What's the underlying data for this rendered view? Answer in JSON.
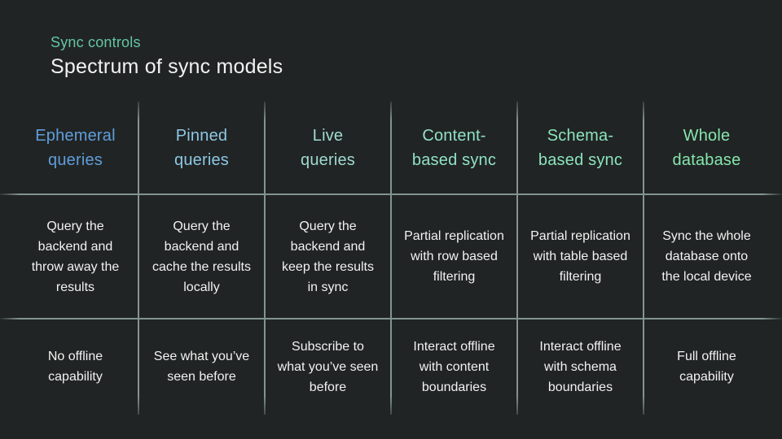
{
  "slide": {
    "eyebrow": "Sync controls",
    "title": "Spectrum of sync models"
  },
  "colors": {
    "background": "#212424",
    "eyebrow_text": "#63c6a4",
    "title_text": "#f2f2f2",
    "body_text": "#f2f2f2",
    "grid_line": "#839490",
    "header_gradient": [
      "#5f9edb",
      "#8cc8e5",
      "#9fdacf",
      "#90e2c5",
      "#8be4bd",
      "#85e6ad"
    ]
  },
  "table": {
    "row_labels": [
      "header",
      "description",
      "offline_capability"
    ],
    "columns": [
      {
        "header": "Ephemeral\nqueries",
        "header_color": "#5f9edb",
        "description": "Query the\nbackend and\nthrow away the\nresults",
        "offline": "No offline\ncapability"
      },
      {
        "header": "Pinned\nqueries",
        "header_color": "#8cc8e5",
        "description": "Query the\nbackend and\ncache the results\nlocally",
        "offline": "See what you’ve\nseen before"
      },
      {
        "header": "Live\nqueries",
        "header_color": "#9fdacf",
        "description": "Query the\nbackend and\nkeep the results\nin sync",
        "offline": "Subscribe to\nwhat you’ve seen\nbefore"
      },
      {
        "header": "Content-\nbased sync",
        "header_color": "#90e2c5",
        "description": "Partial replication\nwith row based\nfiltering",
        "offline": "Interact offline\nwith content\nboundaries"
      },
      {
        "header": "Schema-\nbased sync",
        "header_color": "#8be4bd",
        "description": "Partial replication\nwith table based\nfiltering",
        "offline": "Interact offline\nwith schema\nboundaries"
      },
      {
        "header": "Whole\ndatabase",
        "header_color": "#85e6ad",
        "description": "Sync the whole\ndatabase onto\nthe local device",
        "offline": "Full offline\ncapability"
      }
    ]
  }
}
